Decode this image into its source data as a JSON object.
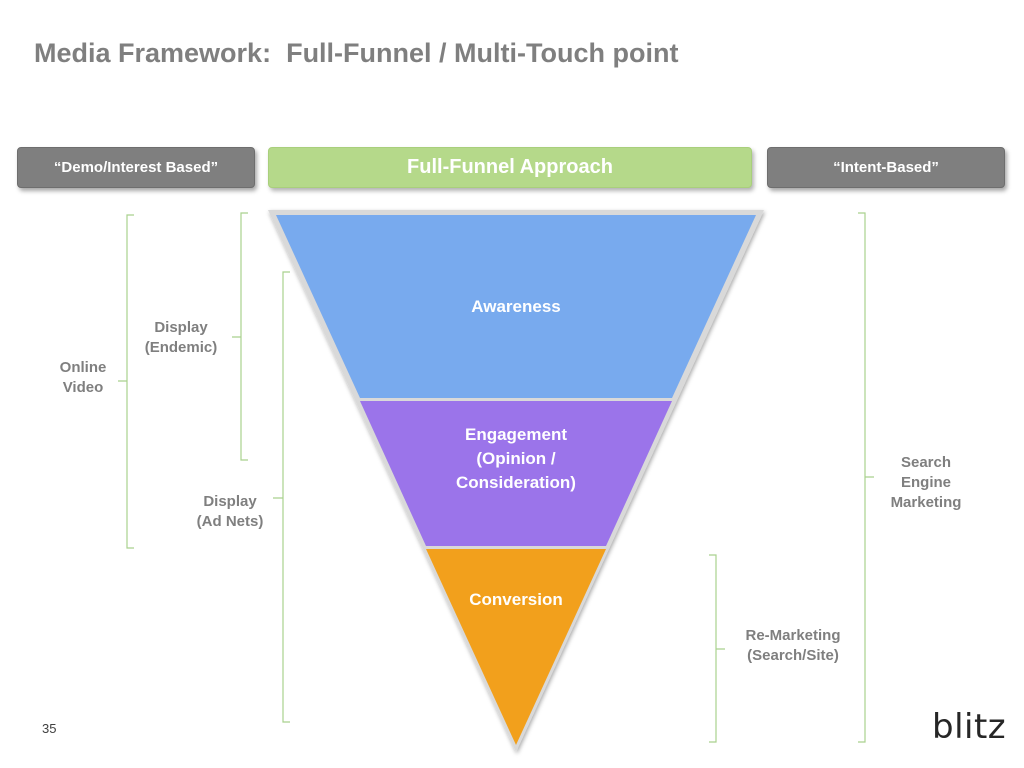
{
  "slide": {
    "title": "Media Framework:  Full-Funnel / Multi-Touch point",
    "page_number": "35",
    "logo_text": "blitz"
  },
  "headers": {
    "left": "“Demo/Interest Based”",
    "center": "Full-Funnel Approach",
    "right": "“Intent-Based”"
  },
  "funnel": {
    "stages": [
      {
        "lines": [
          "Awareness"
        ],
        "color": "#78aaee"
      },
      {
        "lines": [
          "Engagement",
          "(Opinion /",
          "Consideration)"
        ],
        "color": "#9b74ea"
      },
      {
        "lines": [
          "Conversion"
        ],
        "color": "#f2a01c"
      }
    ]
  },
  "channels": {
    "online_video": [
      "Online",
      "Video"
    ],
    "display_endemic": [
      "Display",
      "(Endemic)"
    ],
    "display_ad_nets": [
      "Display",
      "(Ad Nets)"
    ],
    "search_engine_marketing": [
      "Search",
      "Engine",
      "Marketing"
    ],
    "re_marketing": [
      "Re-Marketing",
      "(Search/Site)"
    ]
  },
  "colors": {
    "title_gray": "#7f7f7f",
    "header_gray": "#7f7f7f",
    "header_green": "#b5d98a",
    "bracket_green": "#a9d18e"
  }
}
